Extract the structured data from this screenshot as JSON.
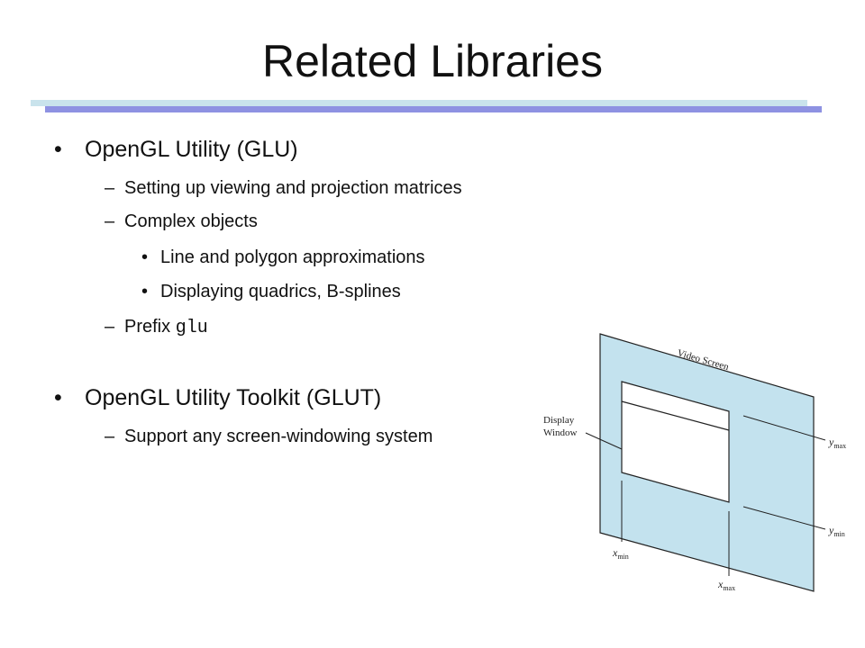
{
  "slide": {
    "title": "Related Libraries"
  },
  "content": {
    "glu": {
      "bullet": "•",
      "heading": "OpenGL Utility (GLU)",
      "items": [
        {
          "marker": "–",
          "text": "Setting up viewing and projection matrices"
        },
        {
          "marker": "–",
          "text": "Complex objects"
        }
      ],
      "sub_items": [
        {
          "marker": "•",
          "text": "Line and polygon approximations"
        },
        {
          "marker": "•",
          "text": "Displaying quadrics, B-splines"
        }
      ],
      "prefix": {
        "marker": "–",
        "text": "Prefix ",
        "code": "glu"
      }
    },
    "glut": {
      "bullet": "•",
      "heading": "OpenGL Utility Toolkit (GLUT)",
      "items": [
        {
          "marker": "–",
          "text": "Support any screen-windowing system"
        }
      ]
    }
  },
  "figure": {
    "video_screen_label": "Video Screen",
    "display_window_label_line1": "Display",
    "display_window_label_line2": "Window",
    "y_max_base": "y",
    "y_max_sub": "max",
    "y_min_base": "y",
    "y_min_sub": "min",
    "x_min_base": "x",
    "x_min_sub": "min",
    "x_max_base": "x",
    "x_max_sub": "max",
    "screen_color": "#c3e2ee",
    "window_color": "#ffffff"
  }
}
